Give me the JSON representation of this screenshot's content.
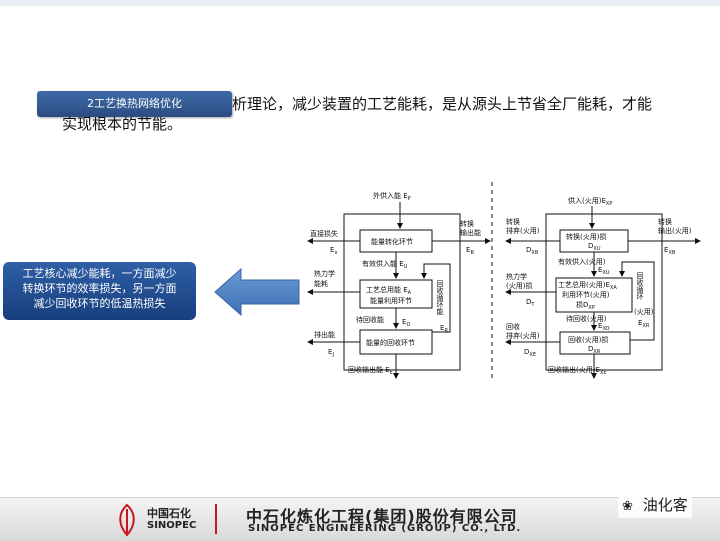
{
  "section_tag": "2工艺换热网络优化",
  "intro": {
    "line1": "析理论，减少装置的工艺能耗，是从源头上节省全厂能耗，才能",
    "line2": "实现根本的节能。"
  },
  "callout": {
    "line1": "工艺核心减少能耗，一方面减少",
    "line2": "转换环节的效率损失，另一方面",
    "line3": "减少回收环节的低温热损失"
  },
  "left_diagram": {
    "top_input": "外供入能 E",
    "top_input_sub": "P",
    "box1": "能量转化环节",
    "left1": "直接损失",
    "left1_sym": "E",
    "left1_sub": "x",
    "right1": "转换",
    "right1b": "输出能",
    "right1_sym": "E",
    "right1_sub": "B",
    "supply": "有效供入能 E",
    "supply_sub": "U",
    "left2": "热力学",
    "left2b": "能耗",
    "box2a": "工艺总用能 E",
    "box2a_sub": "A",
    "box2b": "能量利用环节",
    "loop": "回收循环能",
    "loop_sym": "E",
    "loop_sub": "R",
    "recover": "待回收能",
    "recover_sym": "E",
    "recover_sub": "O",
    "left3": "排出能",
    "left3_sym": "E",
    "left3_sub": "J",
    "box3": "能量的回收环节",
    "bottom": "回收输出能 E",
    "bottom_sub": "E"
  },
  "right_diagram": {
    "top_input": "供入(火用)E",
    "top_input_sub": "XP",
    "box1a": "转换(火用)损",
    "box1b": "D",
    "box1b_sub": "XU",
    "left1a": "转换",
    "left1b": "排弃(火用)",
    "left1_sym": "D",
    "left1_sub": "XB",
    "right1a": "转换",
    "right1b": "输出(火用)",
    "right1_sym": "E",
    "right1_sub": "XB",
    "supply": "有效供入(火用)",
    "supply_sym": "E",
    "supply_sub": "XU",
    "left2a": "热力学",
    "left2b": "(火用)损",
    "left2_sym": "D",
    "left2_sub": "T",
    "box2a": "工艺总用(火用)E",
    "box2a_sub": "XA",
    "box2b": "利用环节(火用)",
    "box2c": "损D",
    "box2c_sub": "XP",
    "loop": "回收循环",
    "loop2": "(火用)",
    "loop_sym": "E",
    "loop_sub": "XR",
    "recover": "待回收(火用)",
    "recover_sym": "E",
    "recover_sub": "XO",
    "box3a": "回收(火用)损",
    "box3b": "D",
    "box3b_sub": "XR",
    "left3a": "回收",
    "left3b": "排弃(火用)",
    "left3_sym": "D",
    "left3_sub": "XE",
    "bottom": "回收输出(火用)E",
    "bottom_sub": "XE"
  },
  "footer": {
    "brand_cn": "中国石化",
    "brand_en": "SINOPEC",
    "company_cn": "中石化炼化工程(集团)股份有限公司",
    "company_en": "SINOPEC ENGINEERING (GROUP) CO., LTD."
  },
  "watermark": "油化客",
  "colors": {
    "banner": "#2f5b98",
    "callout": "#1f4a8a",
    "arrow": "#4a7ec4",
    "accent_red": "#c8161d"
  }
}
